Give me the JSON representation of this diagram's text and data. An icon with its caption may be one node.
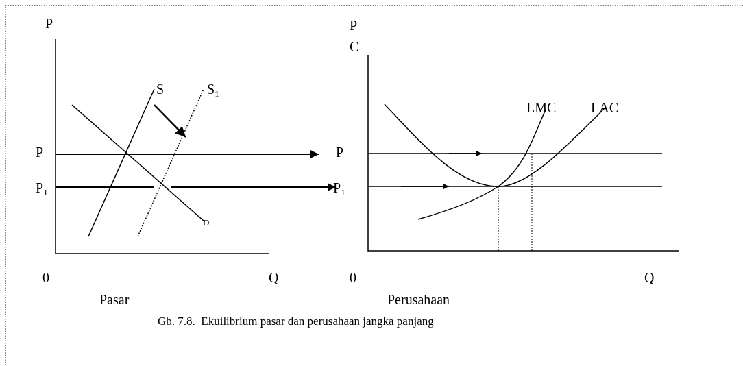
{
  "diagram": {
    "caption": "Gb. 7.8.  Ekuilibrium pasar dan perusahaan jangka panjang",
    "labels": [
      "P",
      "P C",
      "S",
      "S$_{1}$",
      "LMC",
      "LAC",
      "P",
      "P",
      "P$_{1}$",
      "P$_{1}$",
      "D",
      "0",
      "Q",
      "0",
      "Q",
      "Pasar",
      "Perusahaan"
    ]
  }
}
